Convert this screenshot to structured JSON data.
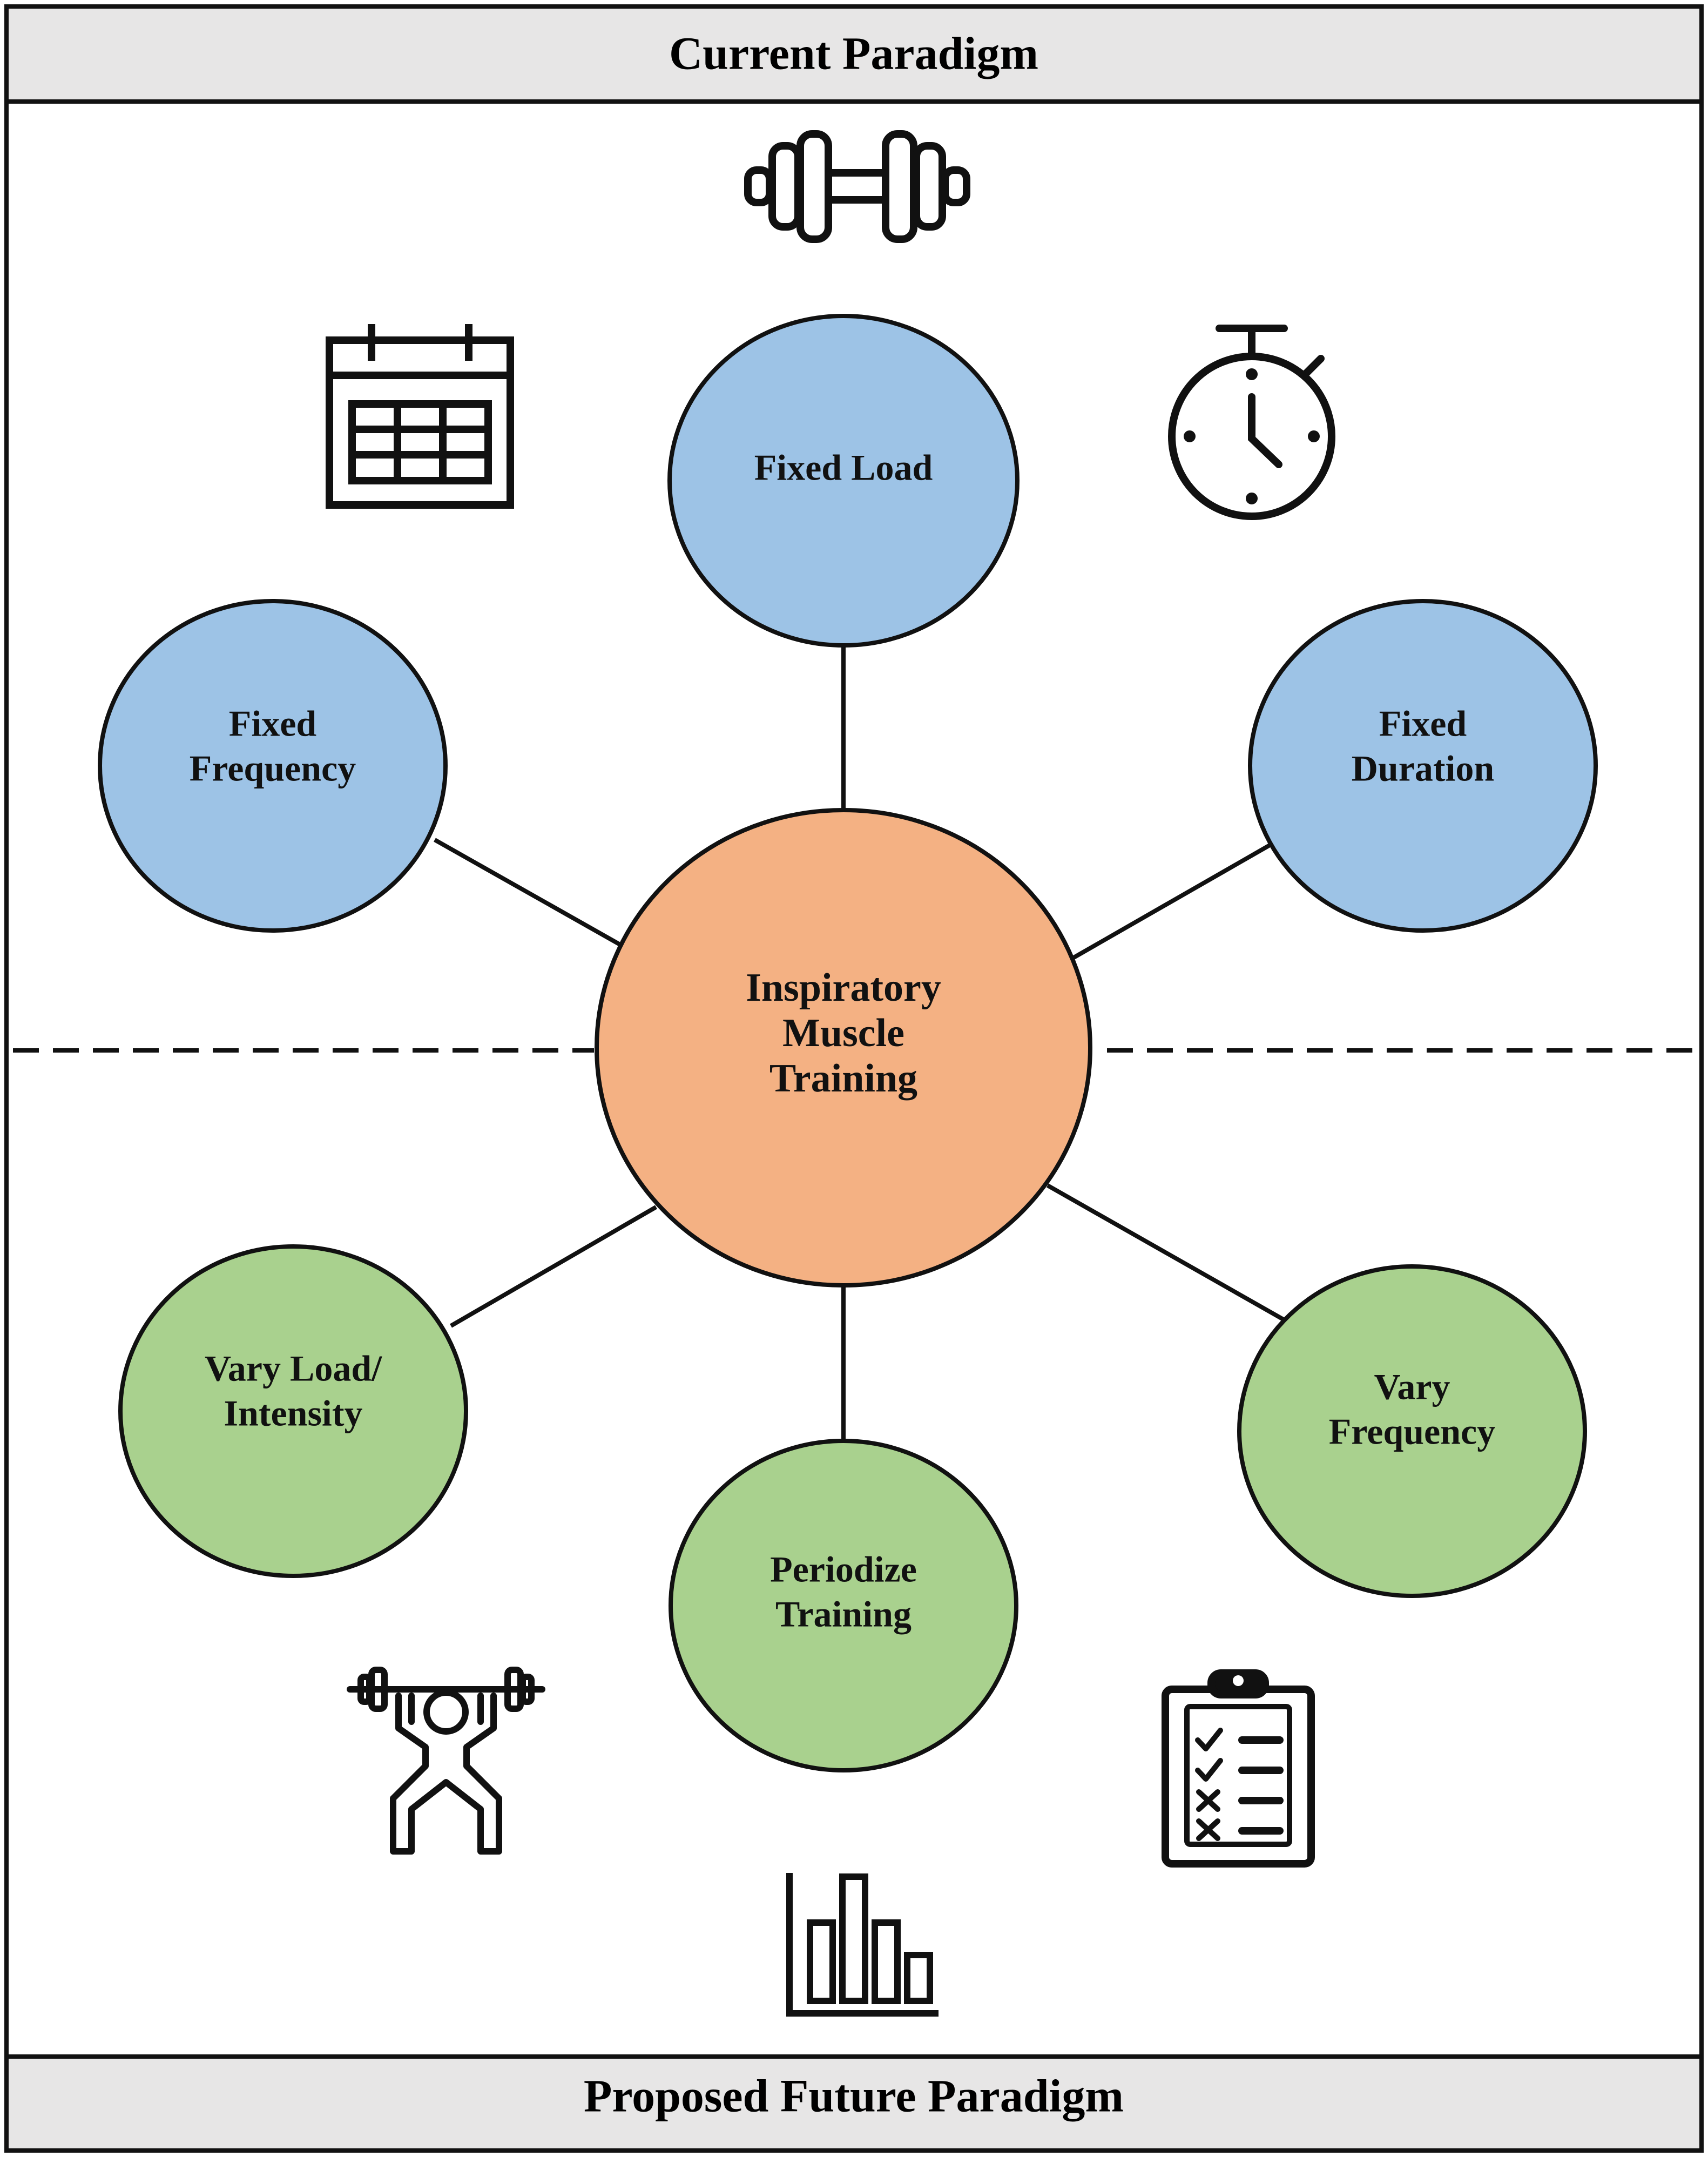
{
  "banners": {
    "top": "Current Paradigm",
    "bottom": "Proposed Future Paradigm"
  },
  "center": {
    "lines": [
      "Inspiratory",
      "Muscle",
      "Training"
    ],
    "fill": "#F4B183"
  },
  "current_nodes": [
    {
      "id": "fixed-load",
      "lines": [
        "Fixed Load"
      ]
    },
    {
      "id": "fixed-frequency",
      "lines": [
        "Fixed",
        "Frequency"
      ]
    },
    {
      "id": "fixed-duration",
      "lines": [
        "Fixed",
        "Duration"
      ]
    }
  ],
  "future_nodes": [
    {
      "id": "vary-load-intensity",
      "lines": [
        "Vary Load/",
        "Intensity"
      ]
    },
    {
      "id": "periodize-training",
      "lines": [
        "Periodize",
        "Training"
      ]
    },
    {
      "id": "vary-frequency",
      "lines": [
        "Vary",
        "Frequency"
      ]
    }
  ],
  "colors": {
    "current": "#9DC3E6",
    "future": "#A9D18E",
    "banner": "#E7E6E6",
    "stroke": "#111111"
  },
  "icons": [
    "dumbbell-icon",
    "calendar-icon",
    "stopwatch-icon",
    "weightlifter-icon",
    "bar-chart-icon",
    "checklist-clipboard-icon"
  ]
}
